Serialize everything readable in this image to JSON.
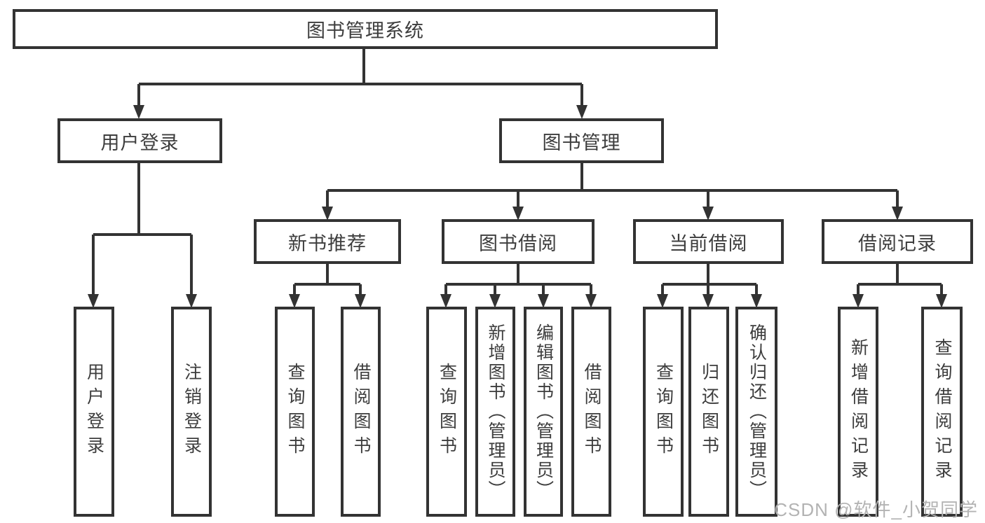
{
  "diagram": {
    "root": {
      "label": "图书管理系统"
    },
    "level2": [
      {
        "label": "用户登录"
      },
      {
        "label": "图书管理"
      }
    ],
    "level3": [
      {
        "label": "新书推荐"
      },
      {
        "label": "图书借阅"
      },
      {
        "label": "当前借阅"
      },
      {
        "label": "借阅记录"
      }
    ],
    "leaves": {
      "userLogin": [
        {
          "label": "用户登录"
        },
        {
          "label": "注销登录"
        }
      ],
      "newBook": [
        {
          "label": "查询图书"
        },
        {
          "label": "借阅图书"
        }
      ],
      "bookBorrow": [
        {
          "label": "查询图书"
        },
        {
          "label": "新增图书（管理员）"
        },
        {
          "label": "编辑图书（管理员）"
        },
        {
          "label": "借阅图书"
        }
      ],
      "currentBorrow": [
        {
          "label": "查询图书"
        },
        {
          "label": "归还图书"
        },
        {
          "label": "确认归还（管理员）"
        }
      ],
      "borrowRecords": [
        {
          "label": "新增借阅记录"
        },
        {
          "label": "查询借阅记录"
        }
      ]
    }
  },
  "watermark": "CSDN @软件_小贺同学",
  "colors": {
    "line": "#333333",
    "text": "#3d3d3d",
    "watermark": "#b3b3b3",
    "background": "#ffffff"
  }
}
